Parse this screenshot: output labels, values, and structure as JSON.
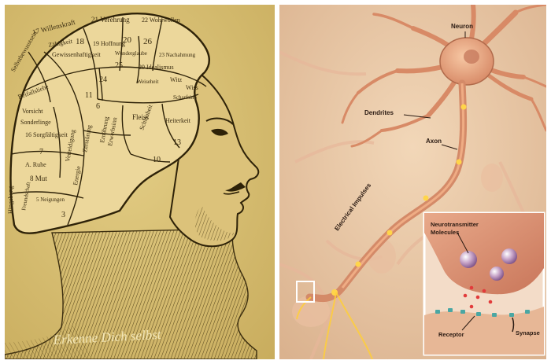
{
  "left_image": {
    "motto": "Erkenne Dich selbst",
    "phrenology_labels": [
      "17 Willenskraft",
      "21 Verehrung",
      "22 Wohlwollen",
      "Zähigkeit",
      "18",
      "Gewissenhaftigkeit",
      "19 Hoffnung",
      "20",
      "26",
      "Wunderglaube",
      "23 Nachahmung",
      "Selbstbewusstsein",
      "Beifallsliebe",
      "Vorsicht",
      "Sonderlinge",
      "16 Sorgfältigkeit",
      "A. Ruhe",
      "8 Mut",
      "Hingebung",
      "Freundschaft",
      "Verteidigung",
      "Energie",
      "Zerstörung",
      "Ernährung",
      "Erwerbsinn",
      "Fleiss",
      "Schlauheit",
      "Heiterkeit",
      "Scharfsinn",
      "Wiss",
      "Witz",
      "29 Idealismus",
      "Weiseheit",
      "25",
      "24",
      "6",
      "7",
      "5 Neigungen",
      "10",
      "13",
      "11",
      "3"
    ]
  },
  "right_image": {
    "labels": {
      "neuron": "Neuron",
      "dendrites": "Dendrites",
      "axon": "Axon",
      "impulses": "Electrical Impulses",
      "neurotransmitter": "Neurotransmitter",
      "molecules": "Molecules",
      "receptor": "Receptor",
      "synapse": "Synapse"
    }
  }
}
